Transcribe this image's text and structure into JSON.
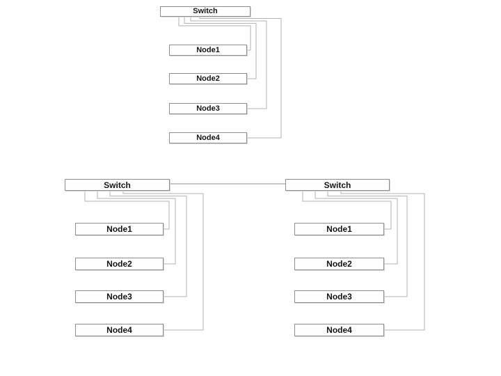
{
  "colors": {
    "background": "#ffffff",
    "box_fill": "#fefefe",
    "box_border": "#8e8e8e",
    "connector": "#b2b2b2",
    "trunk": "#8f8f8f",
    "label_text": "#141414"
  },
  "diagrams": [
    {
      "switch": {
        "label": "Switch"
      },
      "nodes": [
        {
          "label": "Node1"
        },
        {
          "label": "Node2"
        },
        {
          "label": "Node3"
        },
        {
          "label": "Node4"
        }
      ]
    },
    {
      "switch": {
        "label": "Switch"
      },
      "nodes": [
        {
          "label": "Node1"
        },
        {
          "label": "Node2"
        },
        {
          "label": "Node3"
        },
        {
          "label": "Node4"
        }
      ]
    },
    {
      "switch": {
        "label": "Switch"
      },
      "nodes": [
        {
          "label": "Node1"
        },
        {
          "label": "Node2"
        },
        {
          "label": "Node3"
        },
        {
          "label": "Node4"
        }
      ]
    }
  ]
}
